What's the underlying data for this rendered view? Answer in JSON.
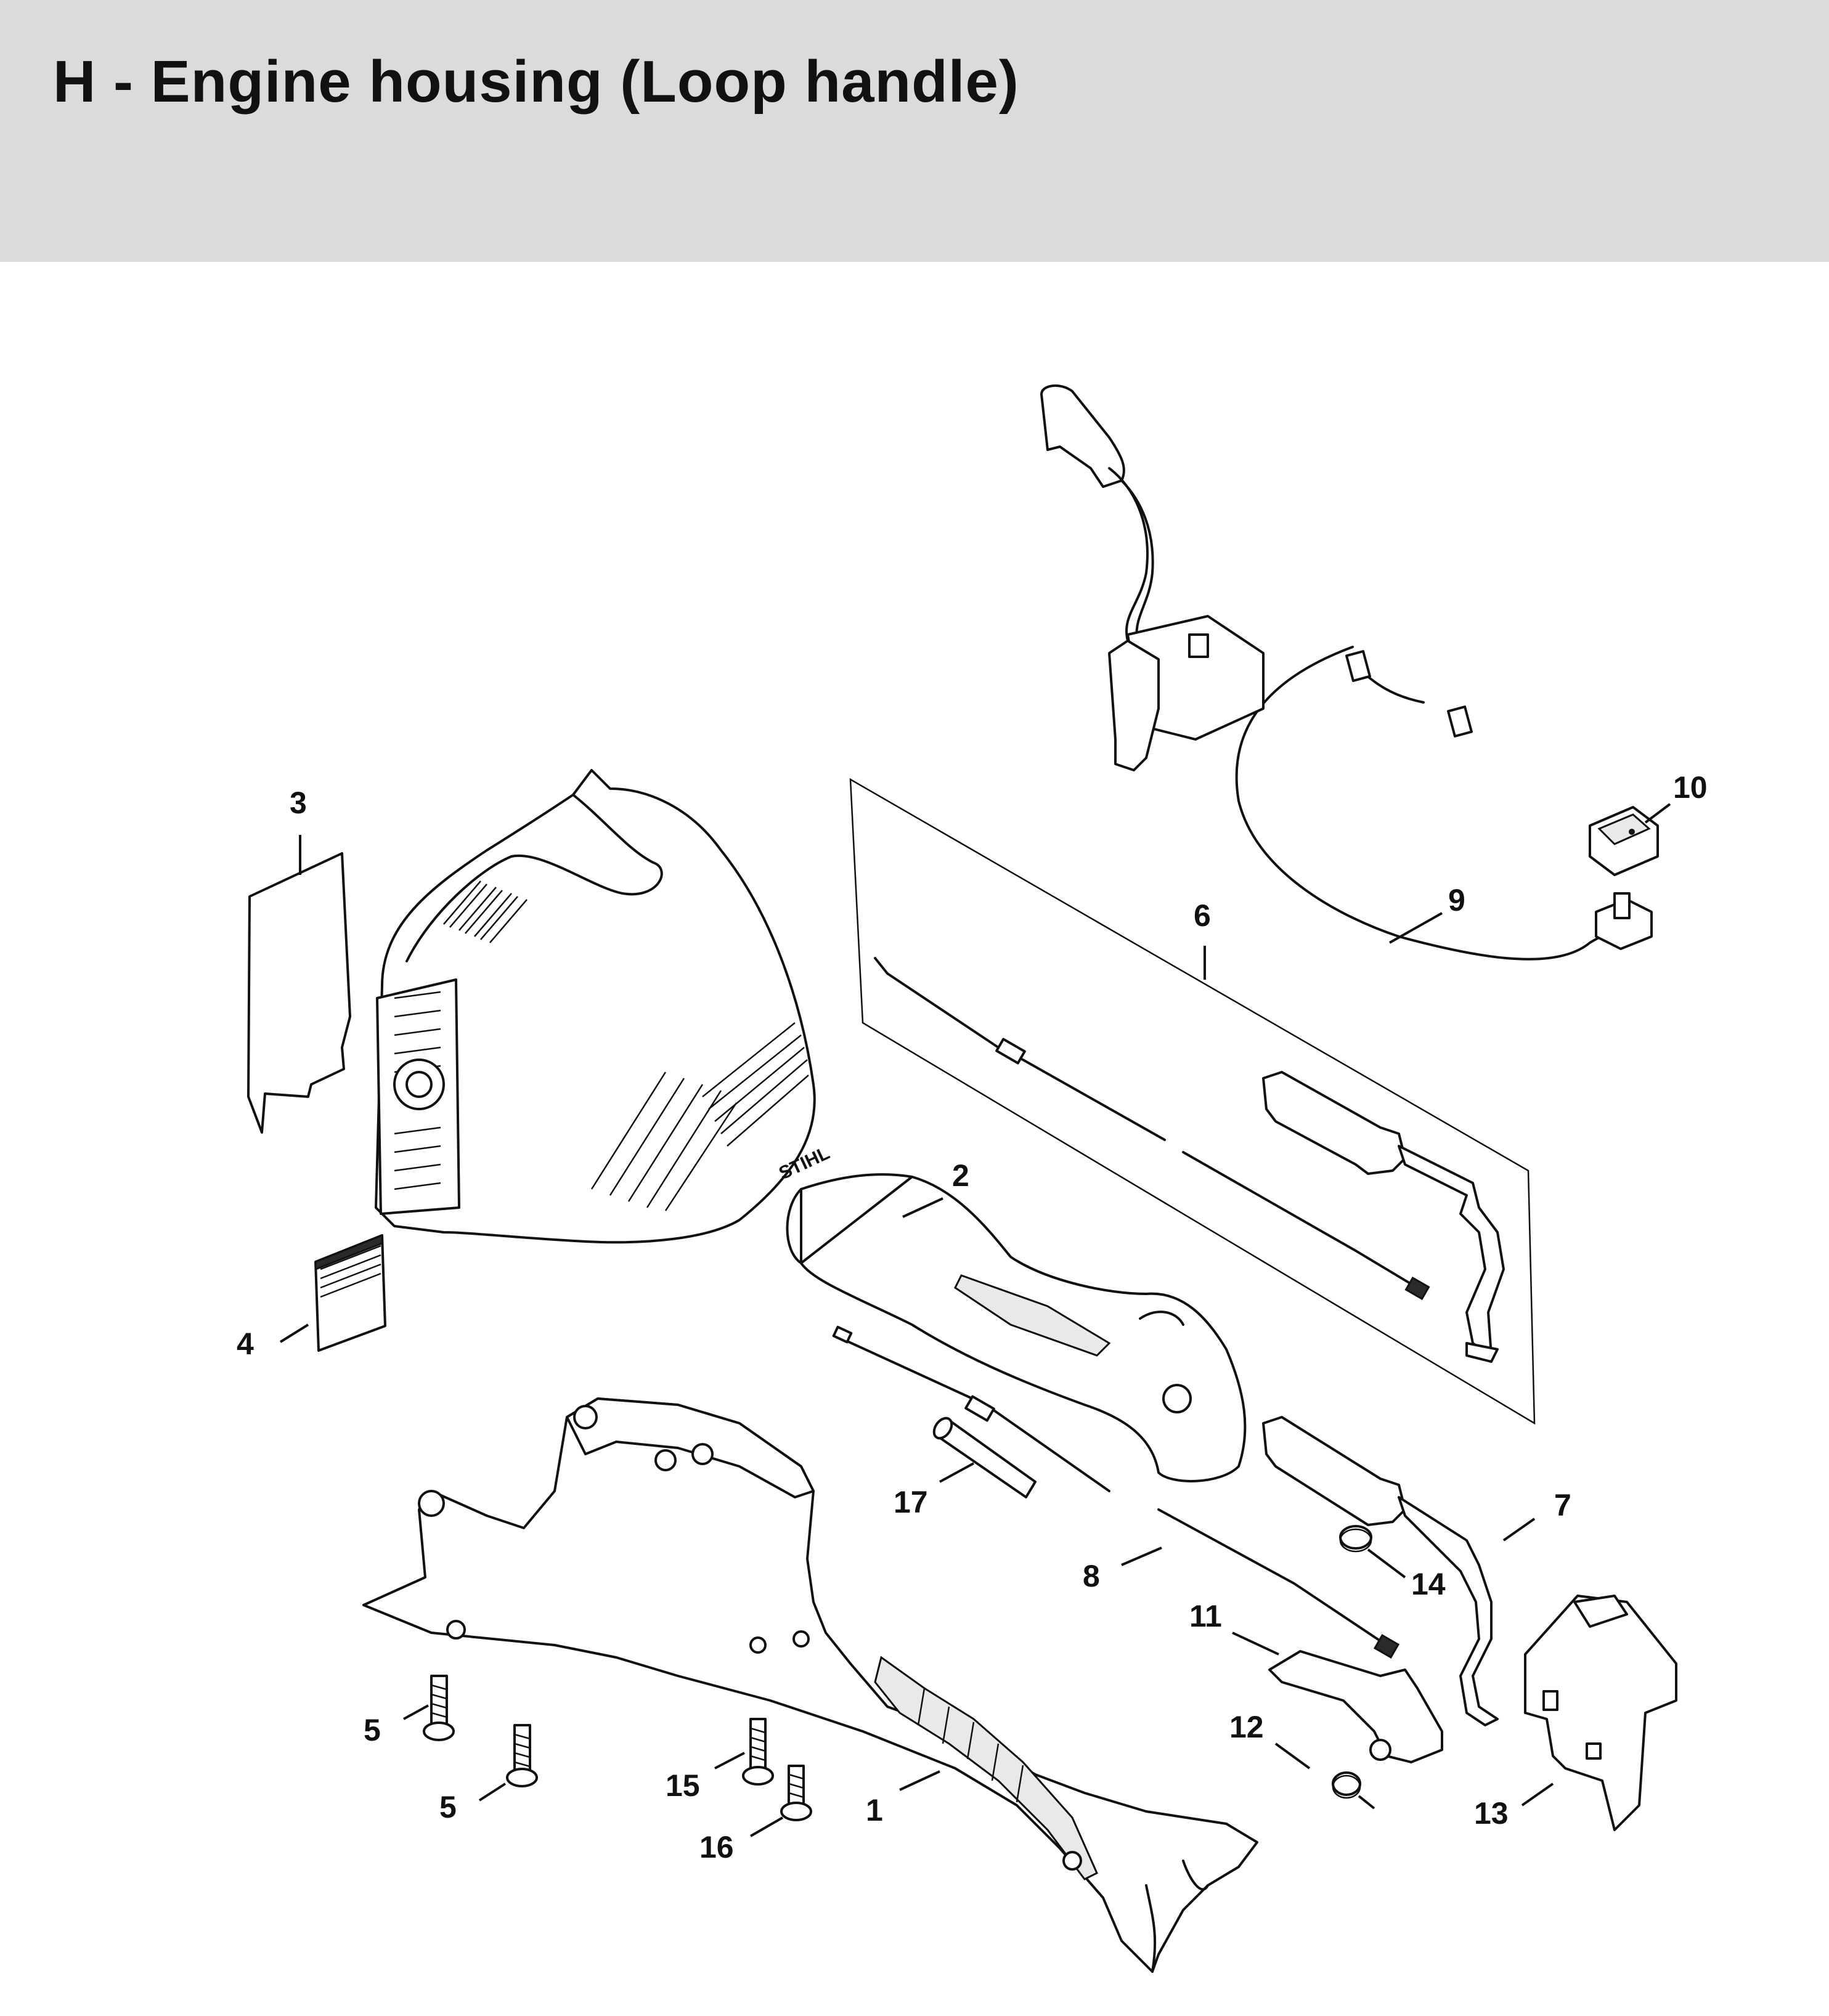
{
  "header": {
    "title": "H - Engine housing (Loop handle)"
  },
  "diagram": {
    "brand_mark": "STIHL",
    "callouts": [
      {
        "id": "c1",
        "label": "1"
      },
      {
        "id": "c2",
        "label": "2"
      },
      {
        "id": "c3",
        "label": "3"
      },
      {
        "id": "c4",
        "label": "4"
      },
      {
        "id": "c5a",
        "label": "5"
      },
      {
        "id": "c5b",
        "label": "5"
      },
      {
        "id": "c6",
        "label": "6"
      },
      {
        "id": "c7",
        "label": "7"
      },
      {
        "id": "c8",
        "label": "8"
      },
      {
        "id": "c9",
        "label": "9"
      },
      {
        "id": "c10",
        "label": "10"
      },
      {
        "id": "c11",
        "label": "11"
      },
      {
        "id": "c12",
        "label": "12"
      },
      {
        "id": "c13",
        "label": "13"
      },
      {
        "id": "c14",
        "label": "14"
      },
      {
        "id": "c15",
        "label": "15"
      },
      {
        "id": "c16",
        "label": "16"
      },
      {
        "id": "c17",
        "label": "17"
      }
    ]
  }
}
